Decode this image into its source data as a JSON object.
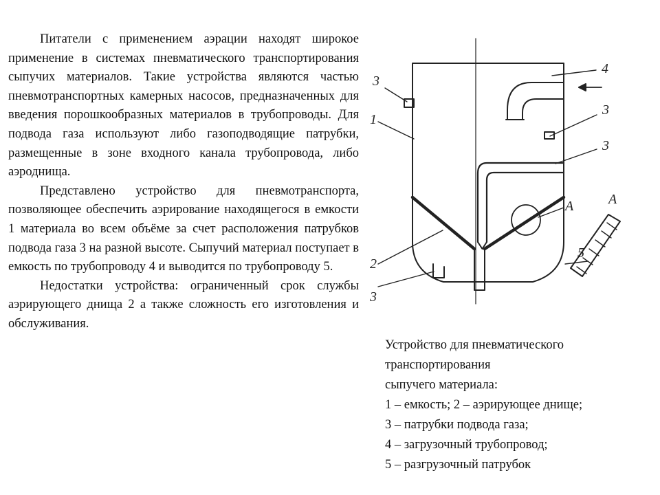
{
  "body": {
    "paragraphs": [
      "Питатели с применением аэрации находят широкое применение в системах пневматического транспортирования сыпучих материалов. Такие устройства являются частью пневмотранспортных камерных насосов, предназначенных для введения порошкообразных материалов в трубопроводы. Для подвода газа используют либо газоподводящие патрубки, размещенные в зоне входного канала трубопровода, либо аэроднища.",
      "Представлено устройство для пневмотранспорта, позволяющее обеспечить аэрирование находящегося в емкости 1 материала во всем объёме  за счет расположения патрубков подвода газа 3 на разной высоте. Сыпучий материал поступает в емкость по трубопроводу 4 и выводится по трубопроводу 5.",
      "Недостатки устройства: ограниченный срок службы аэрирующего днища 2 а также сложность его изготовления и обслуживания."
    ]
  },
  "figure": {
    "labels": {
      "label_4": "4",
      "label_3_top_left": "3",
      "label_1": "1",
      "label_3_right_upper": "3",
      "label_3_right_lower": "3",
      "label_A_detail": "A",
      "label_A_main": "A",
      "label_2": "2",
      "label_5": "5",
      "label_3_bottom": "3"
    }
  },
  "caption": {
    "lines": [
      "Устройство для пневматического",
      "транспортирования",
      "сыпучего материала:",
      "1 – емкость; 2 – аэрирующее днище;",
      "3 – патрубки подвода газа;",
      "4 – загрузочный трубопровод;",
      "5 – разгрузочный патрубок"
    ]
  }
}
